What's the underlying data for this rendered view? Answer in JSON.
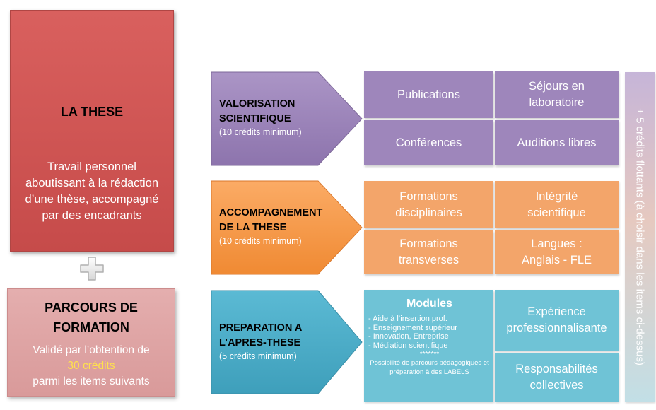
{
  "these": {
    "title": "LA THESE",
    "description": "Travail personnel aboutissant à la rédaction d’une thèse, accompagné par des encadrants"
  },
  "parcours": {
    "title_line1": "PARCOURS DE",
    "title_line2": "FORMATION",
    "desc_line1": "Validé par l’obtention de",
    "credits": "30 crédits",
    "desc_line3": "parmi les items suivants"
  },
  "arrows": [
    {
      "title_line1": "VALORISATION",
      "title_line2": "SCIENTIFIQUE",
      "sub": "(10 crédits minimum)",
      "color": "#9e86bb"
    },
    {
      "title_line1": "ACCOMPAGNEMENT",
      "title_line2": "DE LA THESE",
      "sub": "(10 crédits minimum)",
      "color": "#f79646"
    },
    {
      "title_line1": "PREPARATION A",
      "title_line2": "L’APRES-THESE",
      "sub": "(5 crédits minimum)",
      "color": "#4bacc6"
    }
  ],
  "cells": {
    "publications": "Publications",
    "sejours": "Séjours en laboratoire",
    "conferences": "Conférences",
    "auditions": "Auditions libres",
    "formations_disc": "Formations disciplinaires",
    "integrite": "Intégrité scientifique",
    "formations_transv": "Formations transverses",
    "langues": "Langues : Anglais - FLE",
    "experience": "Expérience professionnalisante",
    "responsabilites": "Responsabilités collectives"
  },
  "modules": {
    "title": "Modules",
    "items": [
      "- Aide à l’insertion prof.",
      "- Enseignement supérieur",
      "- Innovation, Entreprise",
      "- Médiation scientifique"
    ],
    "stars": "*******",
    "note": "Possibilité de parcours pédagogiques et préparation à des LABELS"
  },
  "floating": "+ 5 crédits flottants (à choisir dans les items ci-dessus)",
  "colors": {
    "these": "#c64b4a",
    "parcours": "#dda3a3",
    "purple": "#9e86bb",
    "orange": "#f3a56a",
    "blue": "#6fc3d6"
  }
}
